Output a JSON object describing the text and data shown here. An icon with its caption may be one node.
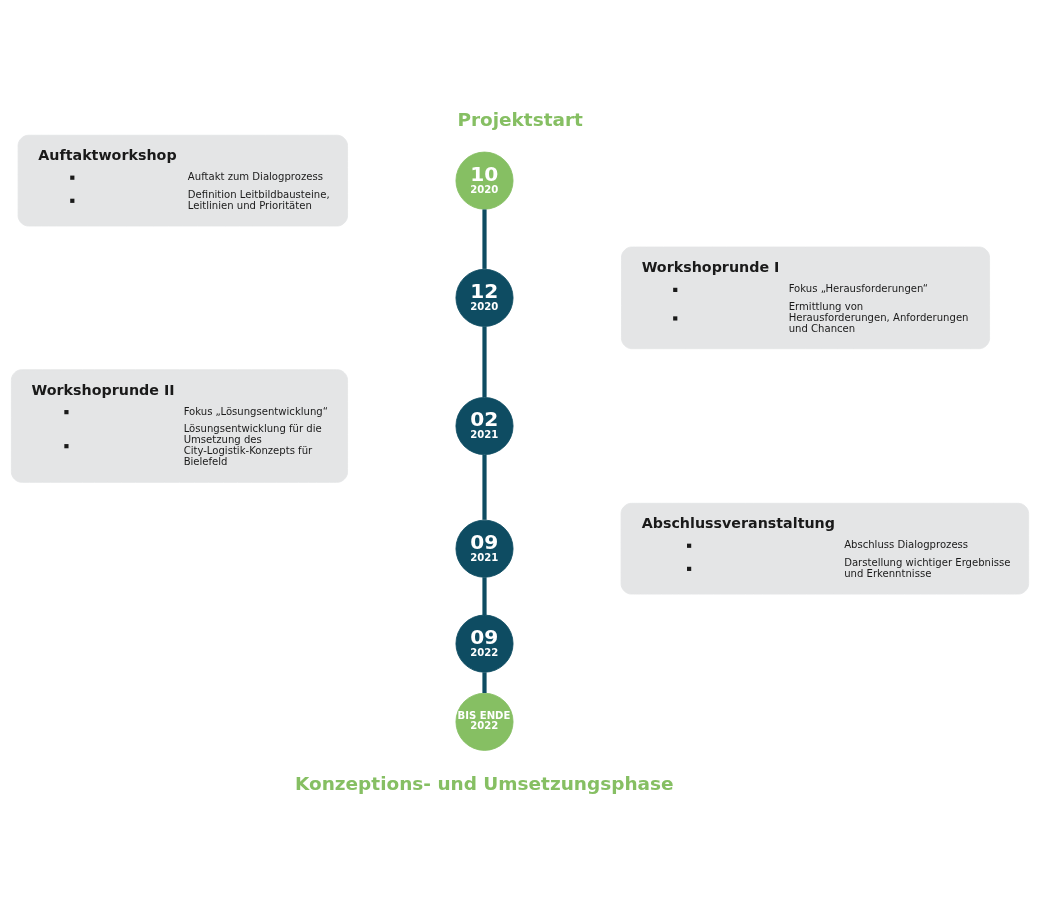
{
  "diagram": {
    "title": "Projektstart",
    "caption": "Konzeptions- und Umsetzungsphase",
    "nodes": [
      {
        "text": [
          "Auftaktworkshop",
          "Auftakt zum Dialogprozess",
          "Definition Leitbildbausteine, Leitlinien und Prioritäten"
        ]
      },
      {
        "text": [
          "10",
          "2020"
        ]
      },
      {
        "text": [
          "12",
          "2020"
        ]
      },
      {
        "text": [
          "Workshoprunde I",
          "Fokus „Herausforderungen“",
          "Ermittlung von Herausforderungen, Anforderungen und Chancen"
        ]
      },
      {
        "text": [
          "Workshoprunde II",
          "Fokus „Lösungsentwicklung“",
          "Lösungsentwicklung für die Umsetzung des City-Logistik-Konzepts für Bielefeld"
        ]
      },
      {
        "text": [
          "02",
          "2021"
        ]
      },
      {
        "text": [
          "09",
          "2021"
        ]
      },
      {
        "text": [
          "Abschlussveranstaltung",
          "Abschluss Dialogprozess",
          "Darstellung wichtiger Ergebnisse und Erkenntnisse"
        ]
      },
      {
        "text": [
          "09",
          "2022"
        ]
      },
      {
        "text": [
          "BIS ENDE",
          "2022"
        ]
      }
    ],
    "edges": [
      {
        "from": 1,
        "to": 2,
        "arrow": "none"
      },
      {
        "from": 2,
        "to": 5,
        "arrow": "none"
      },
      {
        "from": 5,
        "to": 6,
        "arrow": "none"
      },
      {
        "from": 6,
        "to": 8,
        "arrow": "none"
      },
      {
        "from": 8,
        "to": 9,
        "arrow": "none"
      }
    ]
  }
}
